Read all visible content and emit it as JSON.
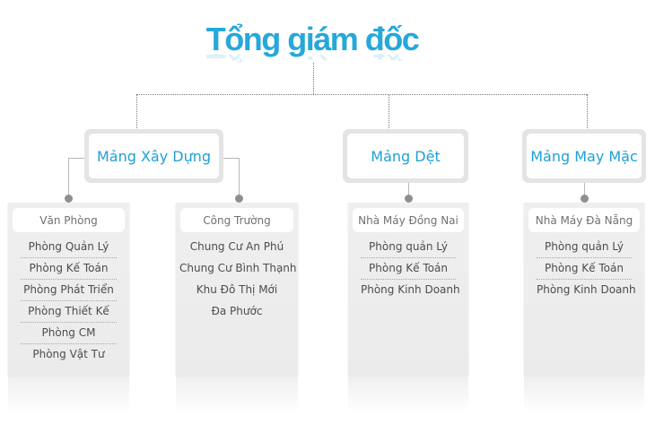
{
  "title": "Tổng giám đốc",
  "colors": {
    "accent": "#26a8da",
    "division_text": "#1f9fd6",
    "connector": "#7a7a7a"
  },
  "divisions": [
    {
      "name": "Mảng Xây Dựng",
      "units": [
        {
          "header": "Văn Phòng",
          "items": [
            "Phòng Quản Lý",
            "Phòng Kế Toán",
            "Phòng Phát Triển",
            "Phòng Thiết Kế",
            "Phòng CM",
            "Phòng Vật Tư"
          ]
        },
        {
          "header": "Công Trường",
          "items": [
            "Chung Cư An Phú",
            "Chung Cư Bình Thạnh",
            "Khu Đô Thị Mới",
            "Đa Phước"
          ]
        }
      ]
    },
    {
      "name": "Mảng Dệt",
      "units": [
        {
          "header": "Nhà Máy Đồng Nai",
          "items": [
            "Phòng quản Lý",
            "Phòng Kế Toán",
            "Phòng Kinh Doanh"
          ]
        }
      ]
    },
    {
      "name": "Mảng May Mặc",
      "units": [
        {
          "header": "Nhà Máy Đà Nẵng",
          "items": [
            "Phòng quản Lý",
            "Phòng Kế Toán",
            "Phòng Kinh Doanh"
          ]
        }
      ]
    }
  ]
}
